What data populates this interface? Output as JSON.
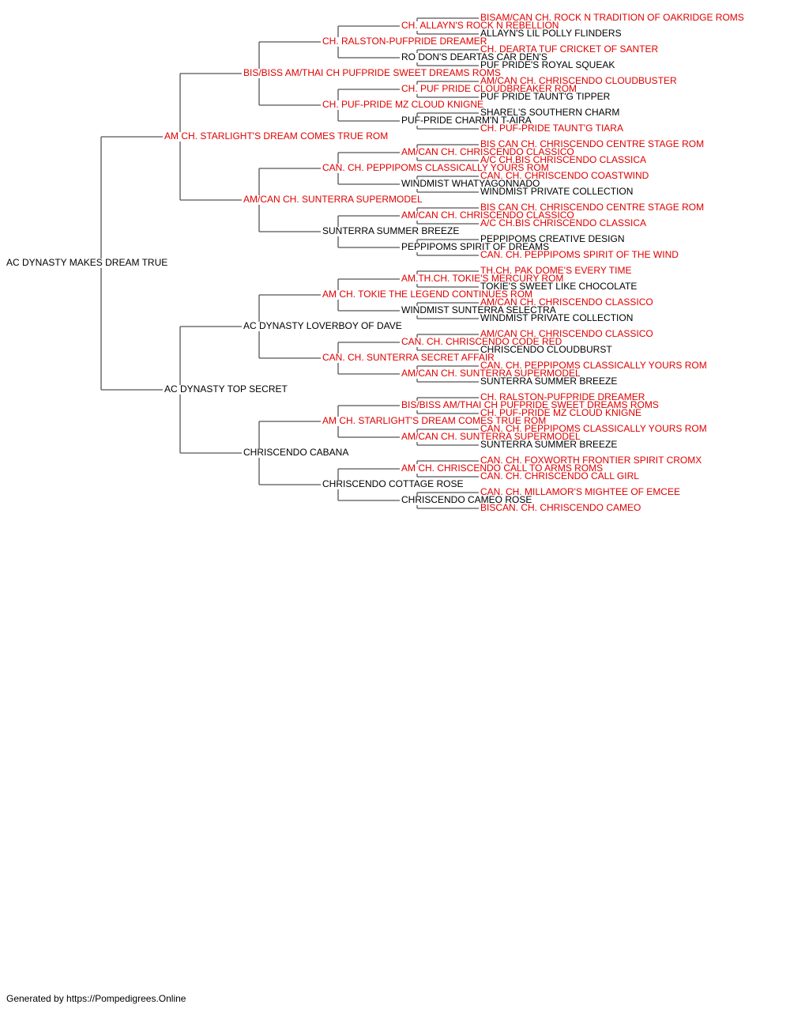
{
  "colors": {
    "champion": "#e00000",
    "normal": "#000000",
    "line": "#555555"
  },
  "footer": "Generated by https://Pompedigrees.Online",
  "pedigree": {
    "name": "AC DYNASTY MAKES DREAM TRUE",
    "champion": false,
    "sire": {
      "name": "AM CH. STARLIGHT'S DREAM COMES TRUE ROM",
      "champion": true,
      "sire": {
        "name": "BIS/BISS AM/THAI CH PUFPRIDE SWEET DREAMS ROMS",
        "champion": true,
        "sire": {
          "name": "CH. RALSTON-PUFPRIDE DREAMER",
          "champion": true,
          "sire": {
            "name": "CH. ALLAYN'S ROCK N REBELLION",
            "champion": true,
            "sire": {
              "name": "BISAM/CAN CH. ROCK N TRADITION OF OAKRIDGE ROMS",
              "champion": true
            },
            "dam": {
              "name": "ALLAYN'S LIL POLLY FLINDERS",
              "champion": false
            }
          },
          "dam": {
            "name": "RO DON'S DEARTAS CAR DEN'S",
            "champion": false,
            "sire": {
              "name": "CH. DEARTA TUF CRICKET OF SANTER",
              "champion": true
            },
            "dam": {
              "name": "PUF PRIDE'S ROYAL SQUEAK",
              "champion": false
            }
          }
        },
        "dam": {
          "name": "CH. PUF-PRIDE MZ CLOUD KNIGNE",
          "champion": true,
          "sire": {
            "name": "CH. PUF PRIDE CLOUDBREAKER ROM",
            "champion": true,
            "sire": {
              "name": "AM/CAN CH. CHRISCENDO CLOUDBUSTER",
              "champion": true
            },
            "dam": {
              "name": "PUF PRIDE TAUNT'G TIPPER",
              "champion": false
            }
          },
          "dam": {
            "name": "PUF-PRIDE CHARM'N T-AIRA",
            "champion": false,
            "sire": {
              "name": "SHAREL'S SOUTHERN CHARM",
              "champion": false
            },
            "dam": {
              "name": "CH. PUF-PRIDE TAUNT'G TIARA",
              "champion": true
            }
          }
        }
      },
      "dam": {
        "name": "AM/CAN CH. SUNTERRA SUPERMODEL",
        "champion": true,
        "sire": {
          "name": "CAN. CH. PEPPIPOMS CLASSICALLY YOURS ROM",
          "champion": true,
          "sire": {
            "name": "AM/CAN CH. CHRISCENDO CLASSICO",
            "champion": true,
            "sire": {
              "name": "BIS CAN CH. CHRISCENDO CENTRE STAGE ROM",
              "champion": true
            },
            "dam": {
              "name": "A/C CH.BIS CHRISCENDO CLASSICA",
              "champion": true
            }
          },
          "dam": {
            "name": "WINDMIST WHATYAGONNADO",
            "champion": false,
            "sire": {
              "name": "CAN. CH. CHRISCENDO COASTWIND",
              "champion": true
            },
            "dam": {
              "name": "WINDMIST PRIVATE COLLECTION",
              "champion": false
            }
          }
        },
        "dam": {
          "name": "SUNTERRA SUMMER BREEZE",
          "champion": false,
          "sire": {
            "name": "AM/CAN CH. CHRISCENDO CLASSICO",
            "champion": true,
            "sire": {
              "name": "BIS CAN CH. CHRISCENDO CENTRE STAGE ROM",
              "champion": true
            },
            "dam": {
              "name": "A/C CH.BIS CHRISCENDO CLASSICA",
              "champion": true
            }
          },
          "dam": {
            "name": "PEPPIPOMS SPIRIT OF DREAMS",
            "champion": false,
            "sire": {
              "name": "PEPPIPOMS CREATIVE DESIGN",
              "champion": false
            },
            "dam": {
              "name": "CAN. CH. PEPPIPOMS SPIRIT OF THE WIND",
              "champion": true
            }
          }
        }
      }
    },
    "dam": {
      "name": "AC DYNASTY TOP SECRET",
      "champion": false,
      "sire": {
        "name": "AC DYNASTY LOVERBOY OF DAVE",
        "champion": false,
        "sire": {
          "name": "AM CH. TOKIE THE LEGEND CONTINUES ROM",
          "champion": true,
          "sire": {
            "name": "AM.TH.CH. TOKIE'S MERCURY ROM",
            "champion": true,
            "sire": {
              "name": "TH.CH. PAK DOME'S EVERY TIME",
              "champion": true
            },
            "dam": {
              "name": "TOKIE'S SWEET LIKE CHOCOLATE",
              "champion": false
            }
          },
          "dam": {
            "name": "WINDMIST SUNTERRA SELECTRA",
            "champion": false,
            "sire": {
              "name": "AM/CAN CH. CHRISCENDO CLASSICO",
              "champion": true
            },
            "dam": {
              "name": "WINDMIST PRIVATE COLLECTION",
              "champion": false
            }
          }
        },
        "dam": {
          "name": "CAN. CH. SUNTERRA SECRET AFFAIR",
          "champion": true,
          "sire": {
            "name": "CAN. CH. CHRISCENDO CODE RED",
            "champion": true,
            "sire": {
              "name": "AM/CAN CH. CHRISCENDO CLASSICO",
              "champion": true
            },
            "dam": {
              "name": "CHRISCENDO CLOUDBURST",
              "champion": false
            }
          },
          "dam": {
            "name": "AM/CAN CH. SUNTERRA SUPERMODEL",
            "champion": true,
            "sire": {
              "name": "CAN. CH. PEPPIPOMS CLASSICALLY YOURS ROM",
              "champion": true
            },
            "dam": {
              "name": "SUNTERRA SUMMER BREEZE",
              "champion": false
            }
          }
        }
      },
      "dam": {
        "name": "CHRISCENDO CABANA",
        "champion": false,
        "sire": {
          "name": "AM CH. STARLIGHT'S DREAM COMES TRUE ROM",
          "champion": true,
          "sire": {
            "name": "BIS/BISS AM/THAI CH PUFPRIDE SWEET DREAMS ROMS",
            "champion": true,
            "sire": {
              "name": "CH. RALSTON-PUFPRIDE DREAMER",
              "champion": true
            },
            "dam": {
              "name": "CH. PUF-PRIDE MZ CLOUD KNIGNE",
              "champion": true
            }
          },
          "dam": {
            "name": "AM/CAN CH. SUNTERRA SUPERMODEL",
            "champion": true,
            "sire": {
              "name": "CAN. CH. PEPPIPOMS CLASSICALLY YOURS ROM",
              "champion": true
            },
            "dam": {
              "name": "SUNTERRA SUMMER BREEZE",
              "champion": false
            }
          }
        },
        "dam": {
          "name": "CHRISCENDO COTTAGE ROSE",
          "champion": false,
          "sire": {
            "name": "AM CH. CHRISCENDO CALL TO ARMS ROMS",
            "champion": true,
            "sire": {
              "name": "CAN. CH. FOXWORTH FRONTIER SPIRIT CROMX",
              "champion": true
            },
            "dam": {
              "name": "CAN. CH. CHRISCENDO CALL GIRL",
              "champion": true
            }
          },
          "dam": {
            "name": "CHRISCENDO CAMEO ROSE",
            "champion": false,
            "sire": {
              "name": "CAN. CH. MILLAMOR'S MIGHTEE OF EMCEE",
              "champion": true
            },
            "dam": {
              "name": "BISCAN. CH. CHRISCENDO CAMEO",
              "champion": true
            }
          }
        }
      }
    }
  }
}
